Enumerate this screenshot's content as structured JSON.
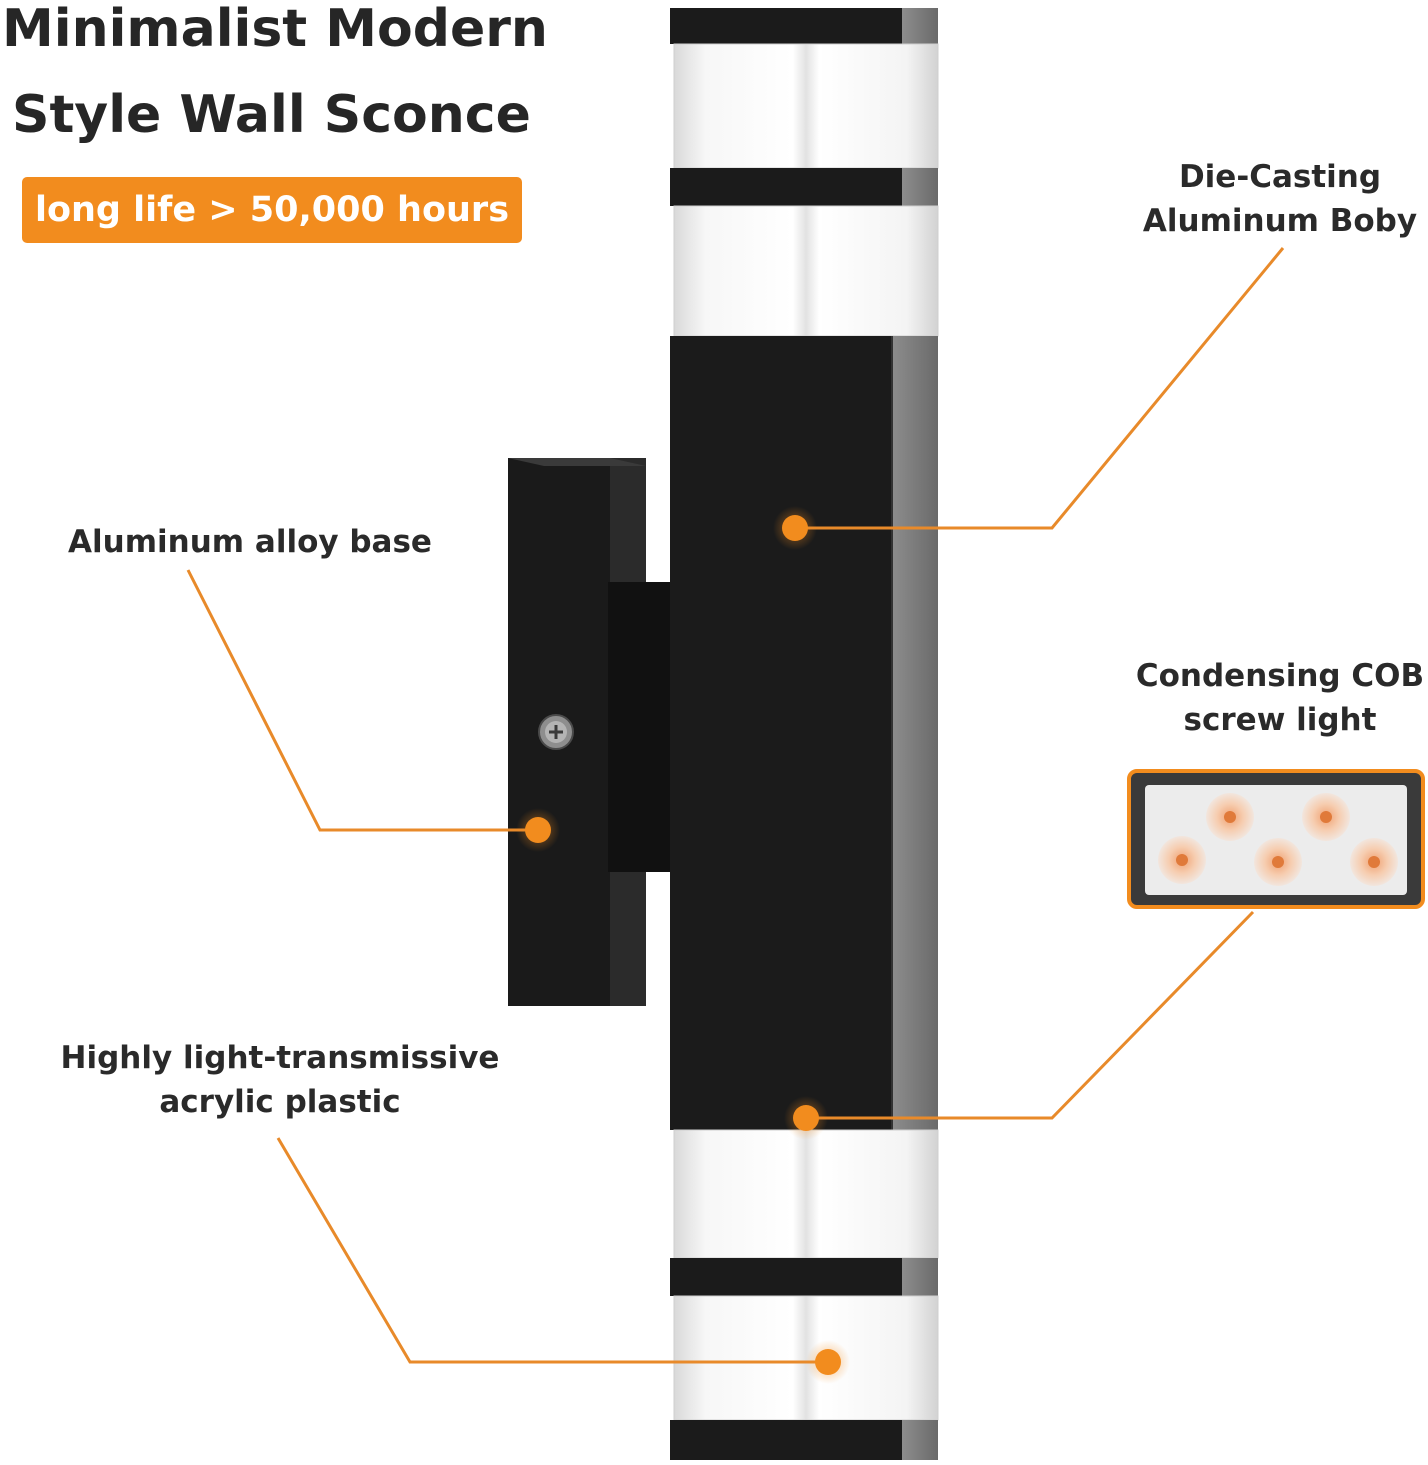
{
  "title": {
    "line1": "Minimalist Modern",
    "line2": "Style Wall Sconce"
  },
  "badge": "long life > 50,000 hours",
  "callouts": {
    "body": [
      "Die-Casting",
      "Aluminum Boby"
    ],
    "base": [
      "Aluminum alloy base"
    ],
    "cob": [
      "Condensing COB",
      "screw light"
    ],
    "acrylic": [
      "Highly light-transmissive",
      "acrylic plastic"
    ]
  },
  "colors": {
    "accent": "#f28c1e",
    "fixture": "#1b1b1b",
    "text": "#2a2a2a"
  },
  "icons": {
    "screw": "screw-icon",
    "led": "led-chip-icon"
  }
}
